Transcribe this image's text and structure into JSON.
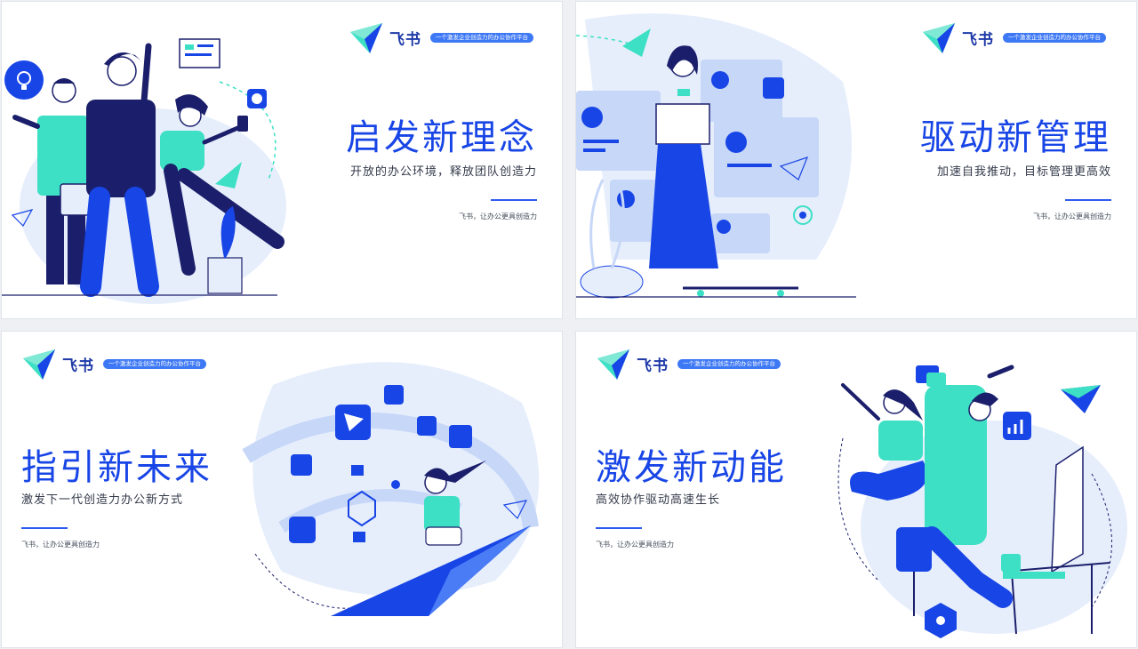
{
  "colors": {
    "accent": "#1845e6",
    "tag_bg": "#3d78f5",
    "teal": "#3de0c4",
    "navy": "#1b1f6b",
    "light_blue": "#dbe6fb"
  },
  "brand": {
    "name": "飞书",
    "tagline": "一个激发企业创造力的办公协作平台",
    "logo_icon": "paper-plane-logo-icon"
  },
  "slides": [
    {
      "title": "启发新理念",
      "subtitle": "开放的办公环境，释放团队创造力",
      "slogan": "飞书，让办公更具创造力",
      "illustration": "three-coworkers-celebrating-illustration"
    },
    {
      "title": "驱动新管理",
      "subtitle": "加速自我推动，目标管理更高效",
      "slogan": "飞书，让办公更具创造力",
      "illustration": "woman-with-laptop-profile-cards-illustration"
    },
    {
      "title": "指引新未来",
      "subtitle": "激发下一代创造力办公新方式",
      "slogan": "飞书，让办公更具创造力",
      "illustration": "person-riding-paper-plane-illustration"
    },
    {
      "title": "激发新动能",
      "subtitle": "高效协作驱动高速生长",
      "slogan": "飞书，让办公更具创造力",
      "illustration": "two-people-jumping-at-desk-illustration"
    }
  ]
}
